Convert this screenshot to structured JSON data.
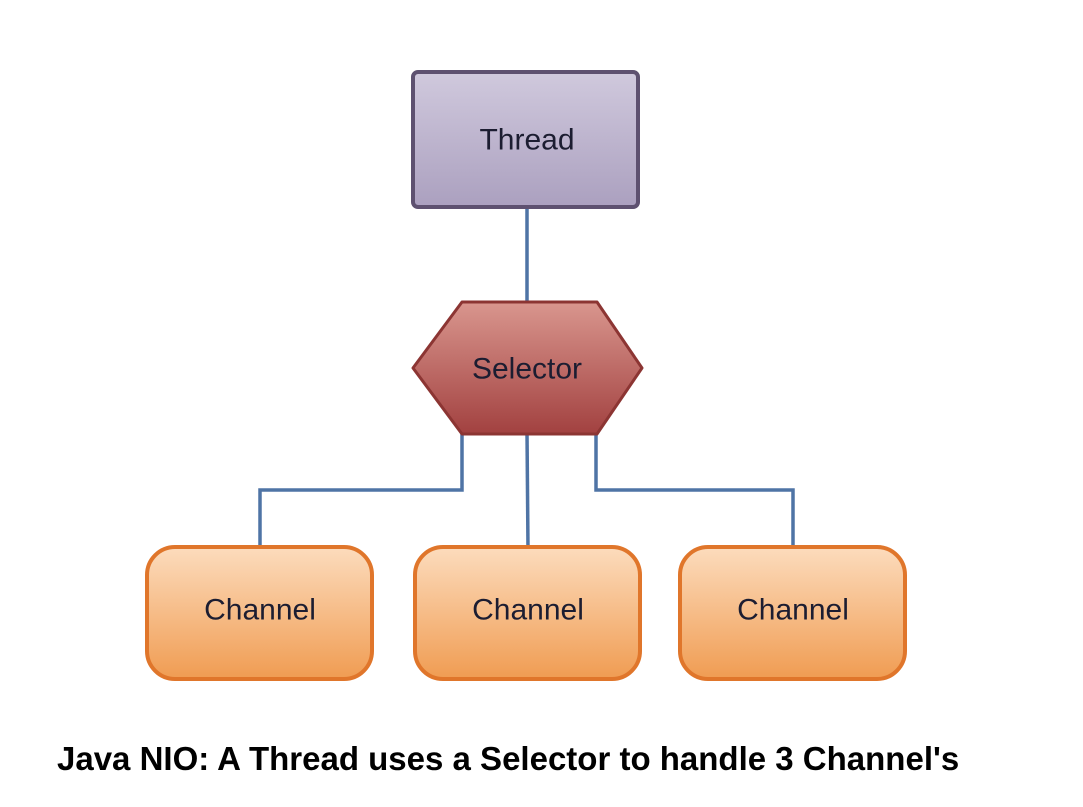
{
  "page": {
    "background": "#ffffff"
  },
  "diagram": {
    "nodes": {
      "thread": {
        "label": "Thread",
        "shape": "rectangle"
      },
      "selector": {
        "label": "Selector",
        "shape": "hexagon"
      },
      "channels": [
        {
          "label": "Channel"
        },
        {
          "label": "Channel"
        },
        {
          "label": "Channel"
        }
      ]
    },
    "colors": {
      "thread_fill_top": "#d0c9dd",
      "thread_fill_bottom": "#aba0bf",
      "thread_border": "#5e5170",
      "selector_fill_top": "#d9968e",
      "selector_fill_bottom": "#a24140",
      "selector_border": "#8c3533",
      "channel_fill_top": "#fcdcbd",
      "channel_fill_bottom": "#f09c52",
      "channel_border": "#e0762b",
      "connector": "#4f74a5",
      "label_text": "#1c1d31",
      "caption_text": "#000000"
    }
  },
  "caption": {
    "text": "Java NIO: A Thread uses a Selector to handle 3 Channel's"
  }
}
